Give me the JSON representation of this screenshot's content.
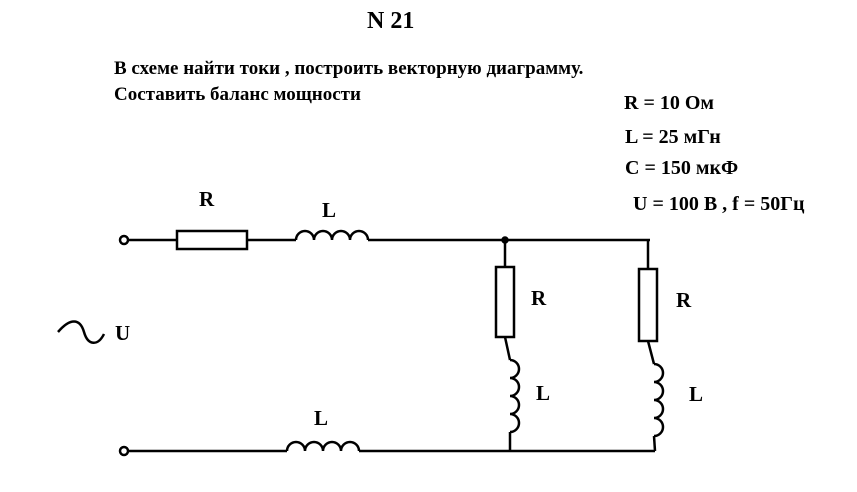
{
  "title": "N 21",
  "task": {
    "line1": "В схеме найти токи , построить векторную диаграмму.",
    "line2": "Составить баланс мощности"
  },
  "params": {
    "R": "R =  10 Ом",
    "L": "L  =  25 мГн",
    "C": "C  = 150 мкФ",
    "U": "U  = 100 В , f  = 50Гц"
  },
  "circuit": {
    "source_symbol": "~",
    "source_label": "U",
    "series_R_label": "R",
    "series_L_top_label": "L",
    "series_L_bottom_label": "L",
    "branch1_R_label": "R",
    "branch1_L_label": "L",
    "branch2_R_label": "R",
    "branch2_L_label": "L"
  }
}
